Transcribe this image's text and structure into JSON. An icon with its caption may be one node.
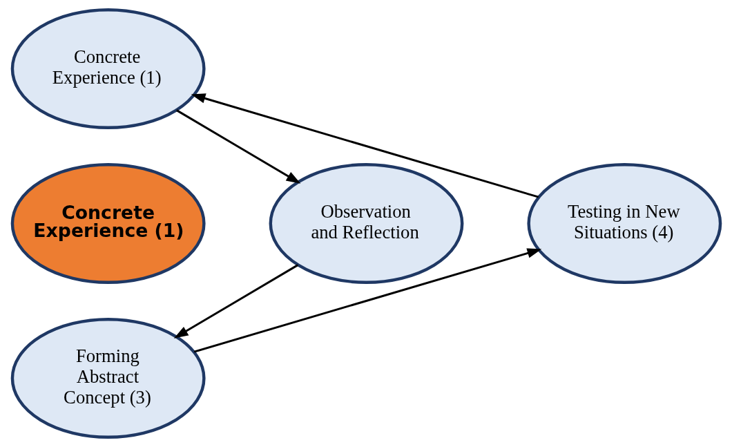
{
  "diagram": {
    "nodes": [
      {
        "text": [
          "Concrete Experience (1)"
        ]
      },
      {
        "text": [
          "Observation and Reflection"
        ]
      },
      {
        "text": [
          "Forming Abstract Concept (3)"
        ]
      },
      {
        "text": [
          "Testing in New Situations (4)"
        ]
      },
      {
        "text": [
          "Concrete Experience (1)"
        ]
      }
    ],
    "edges": [
      {
        "from": 0,
        "to": 1,
        "arrow": "to"
      },
      {
        "from": 1,
        "to": 2,
        "arrow": "to"
      },
      {
        "from": 2,
        "to": 3,
        "arrow": "to"
      },
      {
        "from": 3,
        "to": 0,
        "arrow": "to"
      }
    ]
  }
}
